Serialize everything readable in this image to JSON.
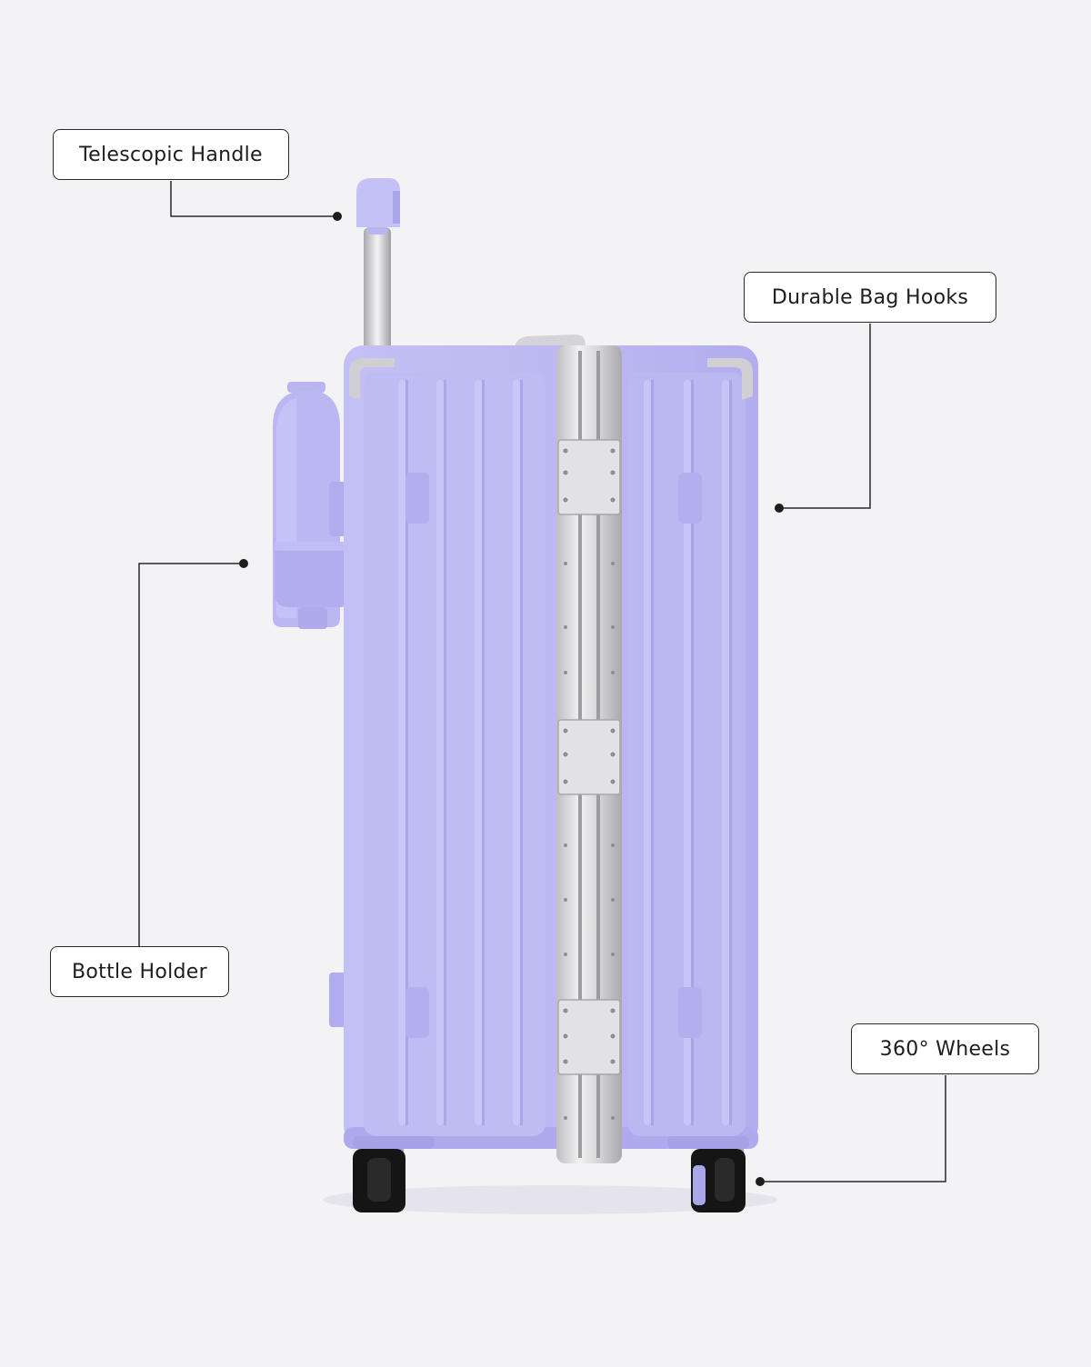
{
  "callouts": {
    "telescopic_handle": "Telescopic Handle",
    "durable_bag_hooks": "Durable Bag Hooks",
    "bottle_holder": "Bottle Holder",
    "wheels": "360° Wheels"
  },
  "colors": {
    "background": "#f3f3f5",
    "suitcase_body": "#bdbaf2",
    "suitcase_shade": "#a9a5ea",
    "aluminum_frame": "#d7d7d9",
    "wheel": "#161616",
    "line": "#2a2a2a"
  }
}
